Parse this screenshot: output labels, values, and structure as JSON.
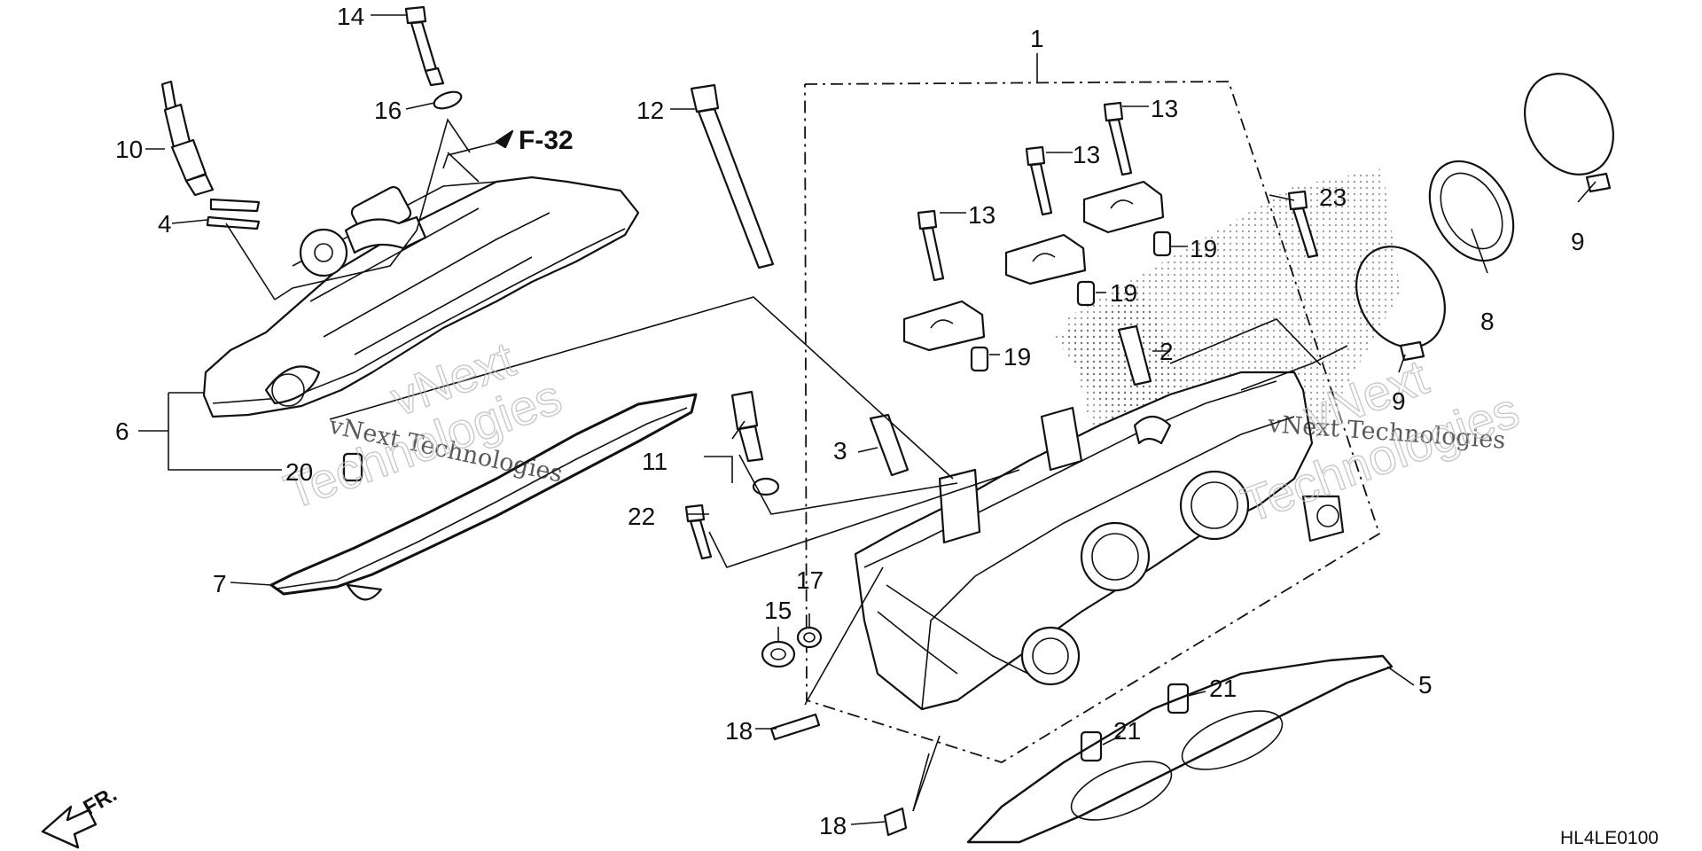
{
  "diagram": {
    "callouts": {
      "c1": "1",
      "c2": "2",
      "c3": "3",
      "c4": "4",
      "c5": "5",
      "c6": "6",
      "c7": "7",
      "c8": "8",
      "c9a": "9",
      "c9b": "9",
      "c10": "10",
      "c11": "11",
      "c12": "12",
      "c13a": "13",
      "c13b": "13",
      "c13c": "13",
      "c14": "14",
      "c15": "15",
      "c16": "16",
      "c17": "17",
      "c18a": "18",
      "c18b": "18",
      "c19a": "19",
      "c19b": "19",
      "c19c": "19",
      "c20": "20",
      "c21a": "21",
      "c21b": "21",
      "c22": "22",
      "c23": "23"
    },
    "section_ref": "F-32",
    "front_label": "FR.",
    "diagram_code": "HL4LE0100",
    "watermarks": {
      "w1": "vNext Technologies",
      "w2": "vNext",
      "w3": "Technologies",
      "w4": "vNext Technologies",
      "w5": "vNext",
      "w6": "Technologies"
    }
  }
}
